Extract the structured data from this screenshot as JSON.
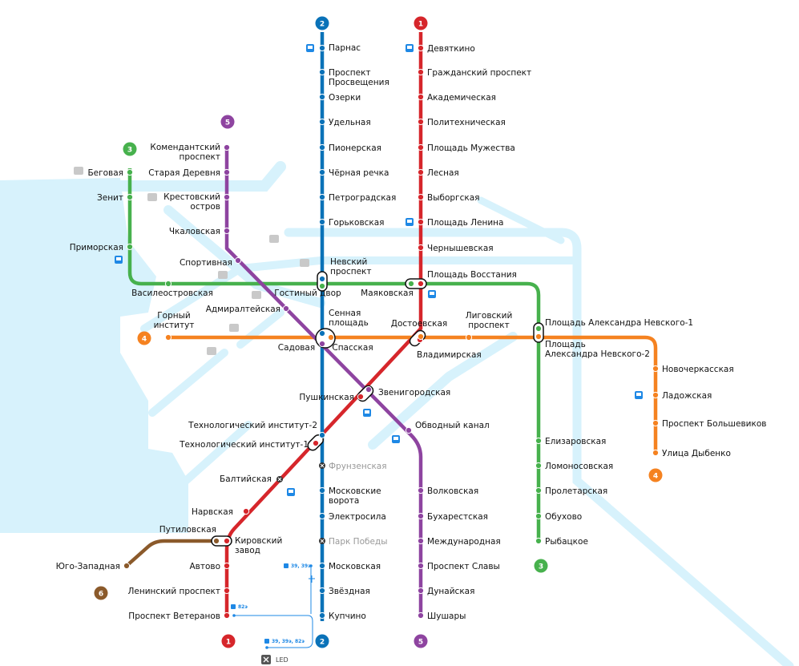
{
  "colors": {
    "water": "#d7f2fc",
    "line1": "#d6262b",
    "line2": "#0a72b8",
    "line3": "#47b14d",
    "line4": "#f58220",
    "line5": "#8e44a0",
    "line6": "#8b5a2b",
    "bus": "#1e88e5"
  },
  "lines": [
    {
      "id": "1",
      "color": "#d6262b",
      "stations": [
        {
          "name": "Девяткино"
        },
        {
          "name": "Гражданский проспект"
        },
        {
          "name": "Академическая"
        },
        {
          "name": "Политехническая"
        },
        {
          "name": "Площадь Мужества"
        },
        {
          "name": "Лесная"
        },
        {
          "name": "Выборгская"
        },
        {
          "name": "Площадь Ленина"
        },
        {
          "name": "Чернышевская"
        },
        {
          "name": "Площадь Восстания"
        },
        {
          "name": "Владимирская"
        },
        {
          "name": "Пушкинская"
        },
        {
          "name": "Технологический институт-1"
        },
        {
          "name": "Балтийская",
          "closed": true
        },
        {
          "name": "Нарвская"
        },
        {
          "name": "Кировский\nзавод"
        },
        {
          "name": "Автово"
        },
        {
          "name": "Ленинский проспект"
        },
        {
          "name": "Проспект Ветеранов"
        }
      ]
    },
    {
      "id": "2",
      "color": "#0a72b8",
      "stations": [
        {
          "name": "Парнас"
        },
        {
          "name": "Проспект\nПросвещения"
        },
        {
          "name": "Озерки"
        },
        {
          "name": "Удельная"
        },
        {
          "name": "Пионерская"
        },
        {
          "name": "Чёрная речка"
        },
        {
          "name": "Петроградская"
        },
        {
          "name": "Горьковская"
        },
        {
          "name": "Невский\nпроспект"
        },
        {
          "name": "Сенная\nплощадь"
        },
        {
          "name": "Технологический институт-2"
        },
        {
          "name": "Фрунзенская",
          "closed": true
        },
        {
          "name": "Московские\nворота"
        },
        {
          "name": "Электросила"
        },
        {
          "name": "Парк Победы",
          "closed": true
        },
        {
          "name": "Московская"
        },
        {
          "name": "Звёздная"
        },
        {
          "name": "Купчино"
        }
      ]
    },
    {
      "id": "3",
      "color": "#47b14d",
      "stations": [
        {
          "name": "Беговая"
        },
        {
          "name": "Зенит"
        },
        {
          "name": "Приморская"
        },
        {
          "name": "Василеостровская"
        },
        {
          "name": "Гостиный двор"
        },
        {
          "name": "Маяковская"
        },
        {
          "name": "Площадь Александра Невского-1"
        },
        {
          "name": "Елизаровская"
        },
        {
          "name": "Ломоносовская"
        },
        {
          "name": "Пролетарская"
        },
        {
          "name": "Обухово"
        },
        {
          "name": "Рыбацкое"
        }
      ]
    },
    {
      "id": "4",
      "color": "#f58220",
      "stations": [
        {
          "name": "Горный\nинститут"
        },
        {
          "name": "Спасская"
        },
        {
          "name": "Достоевская"
        },
        {
          "name": "Лиговский\nпроспект"
        },
        {
          "name": "Площадь\nАлександра Невского-2"
        },
        {
          "name": "Новочеркасская"
        },
        {
          "name": "Ладожская"
        },
        {
          "name": "Проспект Большевиков"
        },
        {
          "name": "Улица Дыбенко"
        }
      ]
    },
    {
      "id": "5",
      "color": "#8e44a0",
      "stations": [
        {
          "name": "Комендантский\nпроспект"
        },
        {
          "name": "Старая Деревня"
        },
        {
          "name": "Крестовский\nостров"
        },
        {
          "name": "Чкаловская"
        },
        {
          "name": "Спортивная"
        },
        {
          "name": "Адмиралтейская"
        },
        {
          "name": "Садовая"
        },
        {
          "name": "Звенигородская"
        },
        {
          "name": "Обводный канал"
        },
        {
          "name": "Волковская"
        },
        {
          "name": "Бухарестская"
        },
        {
          "name": "Международная"
        },
        {
          "name": "Проспект Славы"
        },
        {
          "name": "Дунайская"
        },
        {
          "name": "Шушары"
        }
      ]
    },
    {
      "id": "6",
      "color": "#8b5a2b",
      "stations": [
        {
          "name": "Путиловская"
        },
        {
          "name": "Юго-Западная"
        }
      ]
    }
  ],
  "bus_routes": [
    "39, 39э",
    "82э",
    "39, 39э, 82э"
  ],
  "airport": {
    "label": "LED"
  }
}
